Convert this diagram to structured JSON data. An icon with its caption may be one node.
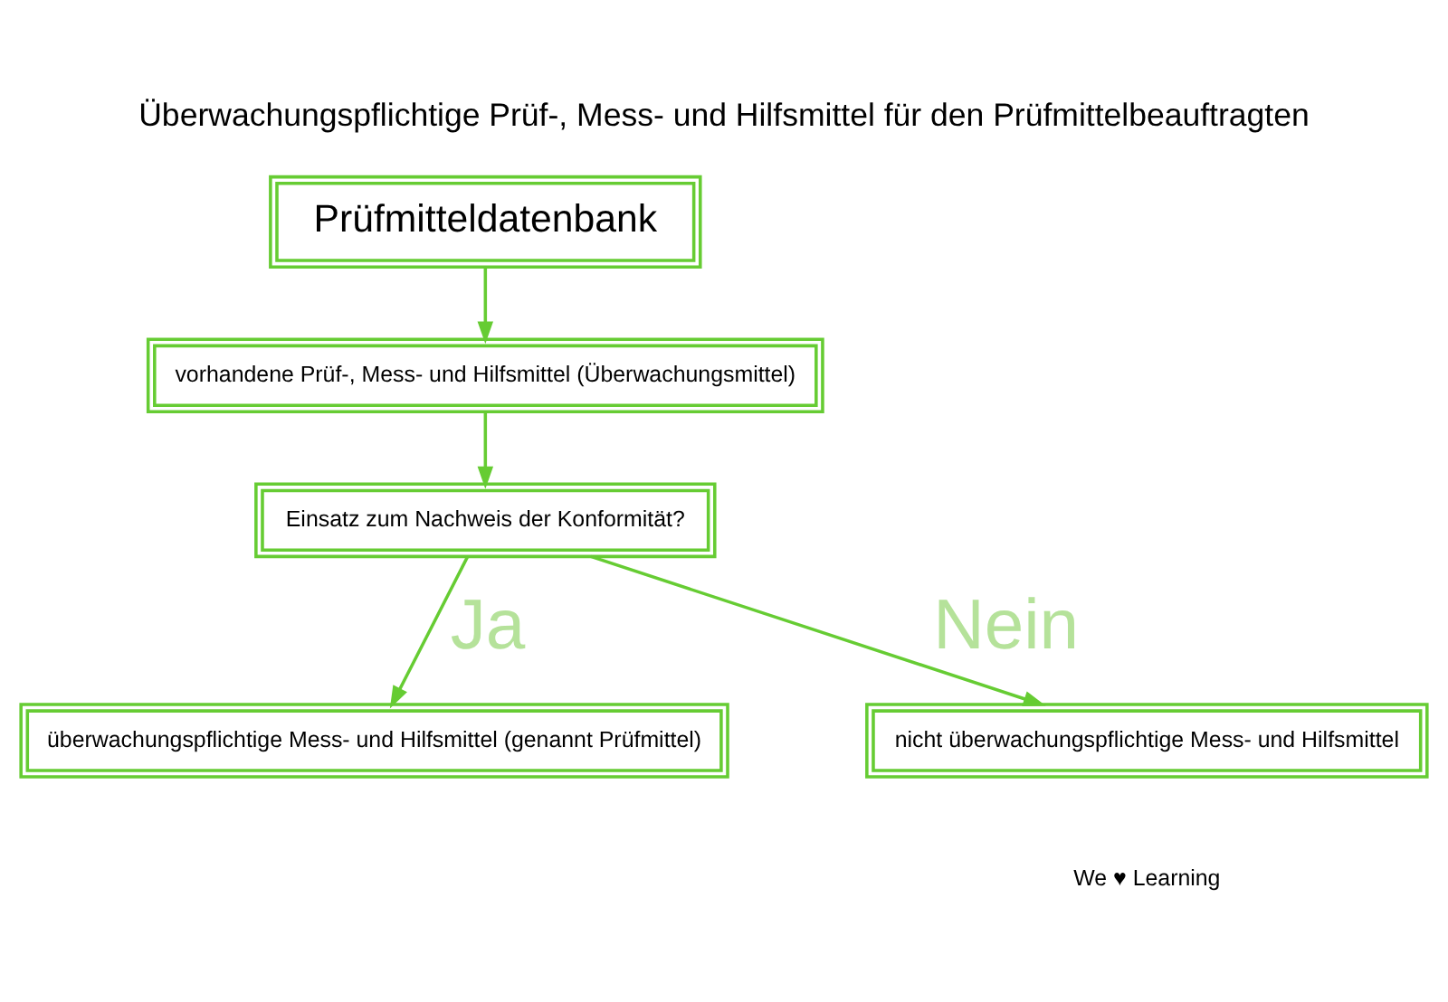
{
  "diagram": {
    "title": "Überwachungspflichtige Prüf-, Mess- und Hilfsmittel für den Prüfmittelbeauftragten",
    "nodes": [
      {
        "text": [
          "Prüfmitteldatenbank"
        ]
      },
      {
        "text": [
          "vorhandene Prüf-, Mess- und Hilfsmittel (Überwachungsmittel)"
        ]
      },
      {
        "text": [
          "Einsatz zum Nachweis der Konformität?"
        ]
      },
      {
        "text": [
          "überwachungspflichtige Mess- und Hilfsmittel (genannt Prüfmittel)"
        ]
      },
      {
        "text": [
          "nicht überwachungspflichtige Mess- und Hilfsmittel"
        ]
      }
    ],
    "edges": [
      {
        "from": 0,
        "to": 1,
        "arrow": "to"
      },
      {
        "from": 1,
        "to": 2,
        "arrow": "to"
      },
      {
        "from": 2,
        "to": 3,
        "arrow": "to",
        "label": "Ja"
      },
      {
        "from": 2,
        "to": 4,
        "arrow": "to",
        "label": "Nein"
      }
    ],
    "labels": [
      "We ♥ Learning"
    ]
  }
}
